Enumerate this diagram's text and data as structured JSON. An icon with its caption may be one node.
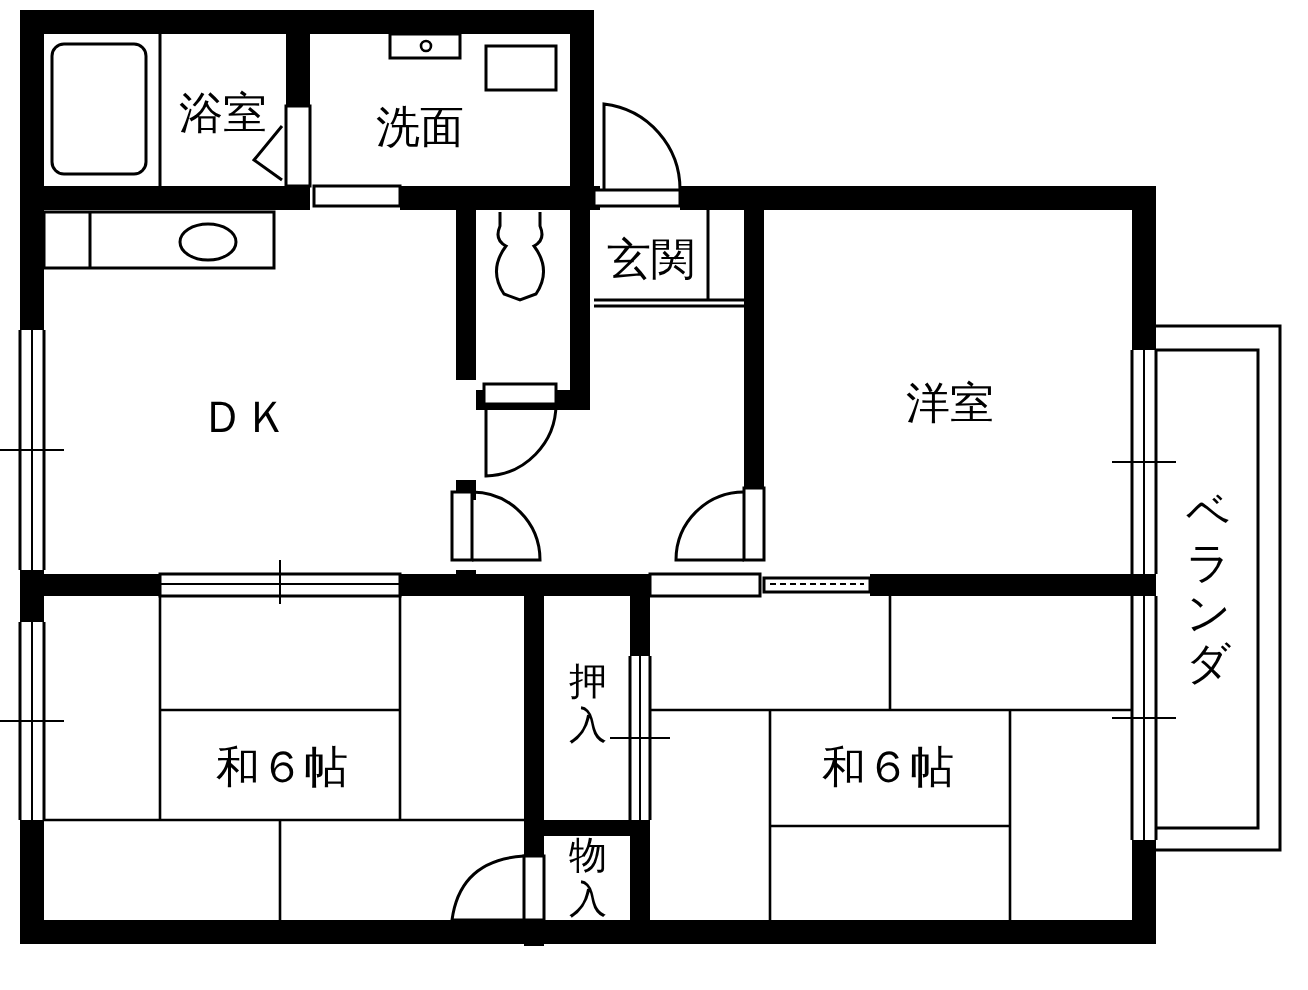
{
  "diagram": {
    "nodes": [
      {
        "text": [
          "浴室"
        ]
      },
      {
        "text": [
          "洗面"
        ]
      },
      {
        "text": [
          "玄関"
        ]
      },
      {
        "text": [
          "ＤＫ"
        ]
      },
      {
        "text": [
          "洋室"
        ]
      },
      {
        "text": [
          "ベランダ"
        ]
      },
      {
        "text": [
          "押入"
        ]
      },
      {
        "text": [
          "和６帖"
        ]
      },
      {
        "text": [
          "物入"
        ]
      },
      {
        "text": [
          "和６帖"
        ]
      }
    ]
  }
}
